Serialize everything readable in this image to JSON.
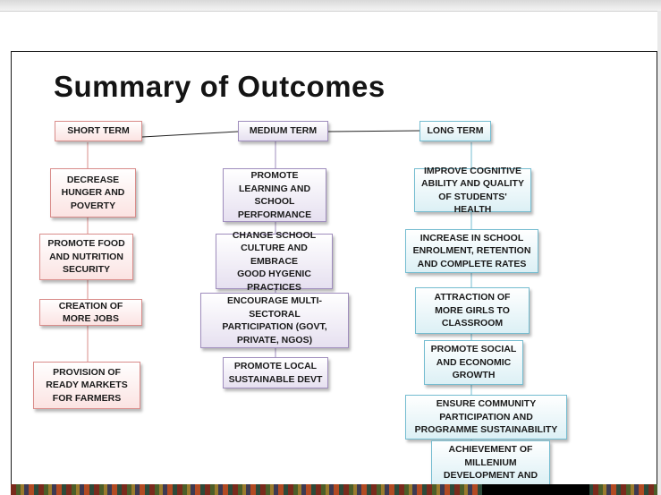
{
  "slide": {
    "title": "Summary of Outcomes"
  },
  "columns": {
    "short": {
      "heading": "SHORT TERM",
      "items": [
        "DECREASE\nHUNGER AND\nPOVERTY",
        "PROMOTE FOOD\nAND NUTRITION\nSECURITY",
        "CREATION OF\nMORE JOBS",
        "PROVISION OF\nREADY MARKETS\nFOR FARMERS"
      ]
    },
    "medium": {
      "heading": "MEDIUM TERM",
      "items": [
        "PROMOTE\nLEARNING AND\nSCHOOL\nPERFORMANCE",
        "CHANGE SCHOOL\nCULTURE AND EMBRACE\nGOOD HYGENIC\nPRACTICES",
        "ENCOURAGE MULTI-SECTORAL\nPARTICIPATION (GOVT,\nPRIVATE, NGOs)",
        "PROMOTE LOCAL\nSUSTAINABLE DEVT"
      ]
    },
    "long": {
      "heading": "LONG TERM",
      "items": [
        "IMPROVE COGNITIVE\nABILITY AND QUALITY\nOF STUDENTS' HEALTH",
        "INCREASE IN SCHOOL\nENROLMENT, RETENTION\nAND COMPLETE RATES",
        "ATTRACTION OF\nMORE GIRLS TO\nCLASSROOM",
        "PROMOTE SOCIAL\nAND ECONOMIC\nGROWTH",
        "ENSURE COMMUNITY\nPARTICIPATION AND\nPROGRAMME SUSTAINABILITY",
        "ACHIEVEMENT OF\nMILLENIUM\nDEVELOPMENT AND"
      ]
    }
  },
  "colors": {
    "short_border": "#d98c8a",
    "medium_border": "#9f8dbd",
    "long_border": "#74bcd0"
  }
}
